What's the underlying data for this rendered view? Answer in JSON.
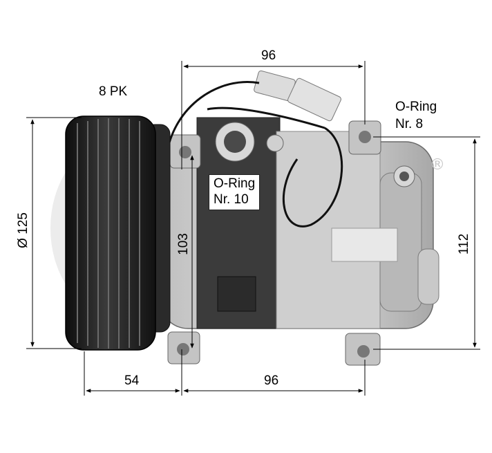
{
  "labels": {
    "belt": "8 PK",
    "oring8_line1": "O-Ring",
    "oring8_line2": "Nr. 8",
    "oring10_line1": "O-Ring",
    "oring10_line2": "Nr. 10",
    "registered": "®"
  },
  "dimensions": {
    "top_width": "96",
    "bottom_left": "54",
    "bottom_right": "96",
    "pulley_diameter": "Ø 125",
    "left_height": "103",
    "right_height": "112"
  },
  "colors": {
    "dimension_line": "#000000",
    "body_light": "#d9d9d9",
    "body_mid": "#a9a9a9",
    "body_dark": "#3a3a3a",
    "pulley": "#1e1e1e",
    "watermark": "#e6e6e6"
  }
}
